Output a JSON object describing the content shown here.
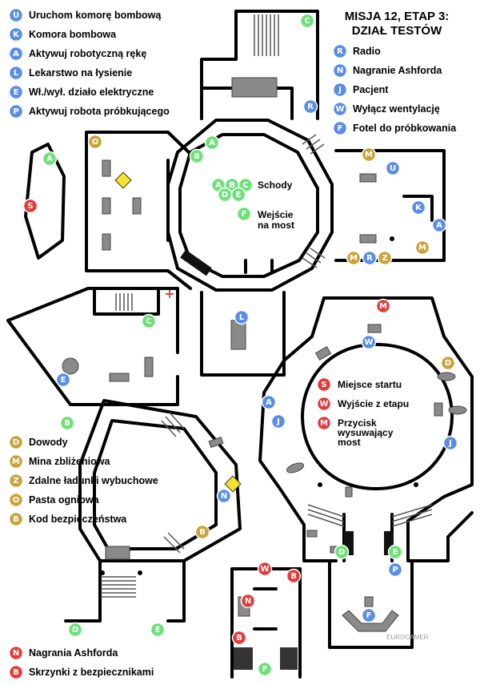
{
  "title_line1": "MISJA 12, ETAP 3:",
  "title_line2": "DZIAŁ TESTÓW",
  "colors": {
    "blue": "#5a8ee6",
    "green": "#6ee07a",
    "gold": "#c9a33a",
    "red": "#e23c3c",
    "wall": "#000000",
    "object": "#8a8a8a",
    "diamond": "#f2e32b"
  },
  "legend_blue_left": [
    {
      "letter": "U",
      "text": "Uruchom komorę bombową"
    },
    {
      "letter": "K",
      "text": "Komora bombowa"
    },
    {
      "letter": "A",
      "text": "Aktywuj robotyczną rękę"
    },
    {
      "letter": "L",
      "text": "Lekarstwo na łysienie"
    },
    {
      "letter": "E",
      "text": "Wł./wył. działo elektryczne"
    },
    {
      "letter": "P",
      "text": "Aktywuj robota próbkującego"
    }
  ],
  "legend_blue_right": [
    {
      "letter": "R",
      "text": "Radio"
    },
    {
      "letter": "N",
      "text": "Nagranie Ashforda"
    },
    {
      "letter": "J",
      "text": "Pacjent"
    },
    {
      "letter": "W",
      "text": "Wyłącz wentylację"
    },
    {
      "letter": "F",
      "text": "Fotel do próbkowania"
    }
  ],
  "legend_gold": [
    {
      "letter": "D",
      "text": "Dowody"
    },
    {
      "letter": "M",
      "text": "Mina zbliżeniowa"
    },
    {
      "letter": "Z",
      "text": "Zdalne ładunki wybuchowe"
    },
    {
      "letter": "O",
      "text": "Pasta ogniowa"
    },
    {
      "letter": "B",
      "text": "Kod bezpieczeństwa"
    }
  ],
  "legend_red": [
    {
      "letter": "N",
      "text": "Nagrania Ashforda"
    },
    {
      "letter": "B",
      "text": "Skrzynki z bezpiecznikami"
    }
  ],
  "center_labels": {
    "stairs": "Schody",
    "bridge_entry_1": "Wejście",
    "bridge_entry_2": "na most"
  },
  "ring_legend": [
    {
      "letter": "S",
      "text": "Miejsce startu"
    },
    {
      "letter": "W",
      "text": "Wyjście z etapu"
    },
    {
      "letter": "M",
      "text": "Przycisk",
      "line2": "wysuwający",
      "line3": "most"
    }
  ],
  "markers": {
    "upper_center_green": [
      "A",
      "B",
      "C",
      "D",
      "E"
    ],
    "ring_blue": [
      "W",
      "A",
      "J",
      "J"
    ],
    "ring_gold": [
      "D"
    ],
    "ring_red": [
      "M"
    ],
    "right_room_gold": [
      "M",
      "M",
      "M",
      "Z"
    ],
    "right_room_blue": [
      "U",
      "K",
      "A",
      "R"
    ],
    "left_mid_green": [
      "C",
      "B"
    ],
    "left_mid_blue": [
      "E",
      "L",
      "N"
    ],
    "bottom_green": [
      "D",
      "E",
      "D",
      "E",
      "F"
    ],
    "bottom_red": [
      "W",
      "B",
      "N",
      "B"
    ],
    "bottom_blue": [
      "P",
      "F"
    ],
    "far_left": [
      "A",
      "S"
    ],
    "top_corner": [
      "C",
      "R",
      "O",
      "A",
      "B"
    ]
  },
  "watermark": "EUROGAMER"
}
